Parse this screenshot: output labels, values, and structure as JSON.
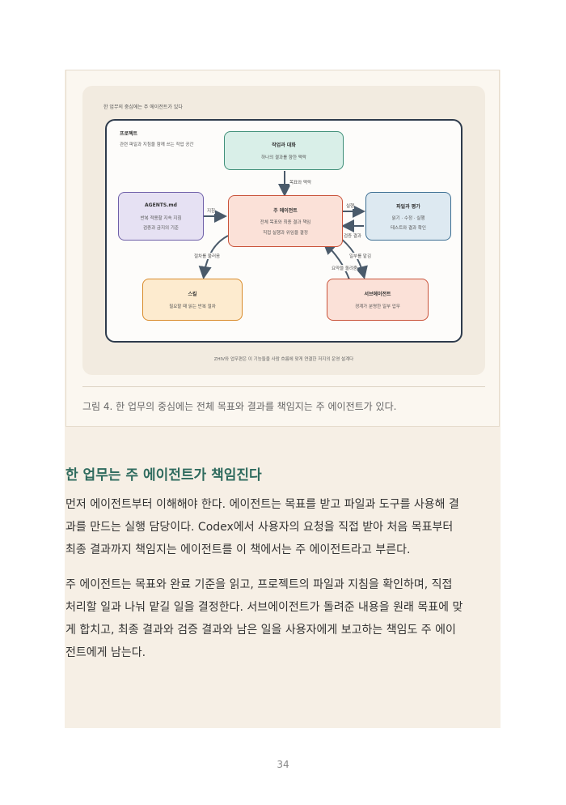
{
  "figure": {
    "diagram_title": "한 업무의 중심에는 주 에이전트가 있다",
    "project": {
      "label": "프로젝트",
      "desc": "관련 파일과 지침을 함께 쓰는 작업 공간"
    },
    "nodes": {
      "task": {
        "title": "작업과 대화",
        "desc": "하나의 결과를 향한 맥락"
      },
      "agents_md": {
        "title": "AGENTS.md",
        "desc": "반복 적용할 지속 지침",
        "desc2": "검증과 금지의 기준"
      },
      "main_agent": {
        "title": "주 에이전트",
        "desc": "전체 목표와 최종 결과 책임",
        "desc2": "직접 실행과 위임을 결정"
      },
      "file_eval": {
        "title": "파일과 평가",
        "desc": "읽기 · 수정 · 실행",
        "desc2": "테스트와 결과 확인"
      },
      "skill": {
        "title": "스킬",
        "desc": "필요할 때 읽는 반복 절차"
      },
      "subagent": {
        "title": "서브에이전트",
        "desc": "경계가 분명한 일부 업무"
      }
    },
    "edges": {
      "goal_context": "목표와 맥락",
      "instruction": "지침",
      "execute": "실행",
      "verify_result": "검증 결과",
      "load_procedure": "절차를 불러옴",
      "receive_part": "일부를 맡김",
      "return_summary": "요약을 돌려줌"
    },
    "diagram_caption": "ZHIV와 업무편은 이 기능들을 사람 흐름에 맞게 연결한 저지의 운영 설계다",
    "caption": "그림 4. 한 업무의 중심에는 전체 목표와 결과를 책임지는 주 에이전트가 있다."
  },
  "section": {
    "heading": "한 업무는 주 에이전트가 책임진다",
    "p1_l1": "먼저 에이전트부터 이해해야 한다. 에이전트는 목표를 받고 파일과 도구를 사용해 결",
    "p1_l2": "과를 만드는 실행 담당이다. Codex에서 사용자의 요청을 직접 받아 처음 목표부터",
    "p1_l3": "최종 결과까지 책임지는 에이전트를 이 책에서는 주 에이전트라고 부른다.",
    "p2_l1": "주 에이전트는 목표와 완료 기준을 읽고, 프로젝트의 파일과 지침을 확인하며, 직접",
    "p2_l2": "처리할 일과 나눠 맡길 일을 결정한다. 서브에이전트가 돌려준 내용을 원래 목표에 맞",
    "p2_l3": "게 합치고, 최종 결과와 검증 결과와 남은 일을 사용자에게 보고하는 책임도 주 에이",
    "p2_l4": "전트에게 남는다."
  },
  "page_number": "34",
  "colors": {
    "heading": "#2f6b5e",
    "page_bg": "#f6efe5",
    "main_node": "#fbe1d8",
    "task_node": "#d9efe8",
    "agents_node": "#e6e1f3",
    "file_node": "#dde9f1",
    "skill_node": "#fdebcf",
    "sub_node": "#fbe1d8",
    "arrow": "#4a5a6a"
  }
}
